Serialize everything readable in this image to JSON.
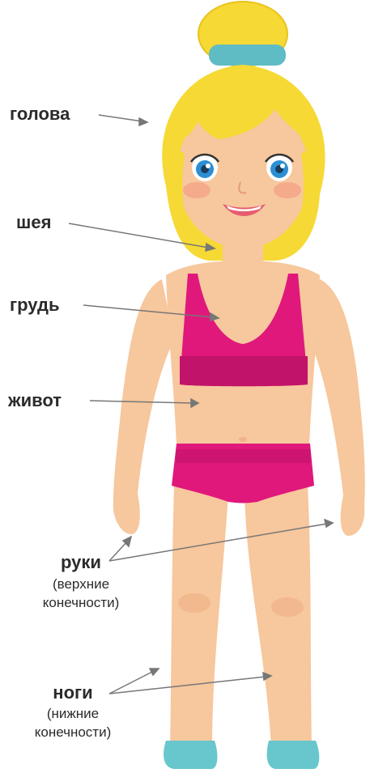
{
  "labels": {
    "head": "голова",
    "neck": "шея",
    "chest": "грудь",
    "belly": "живот",
    "arms": {
      "title": "руки",
      "subtitle_line1": "(верхние",
      "subtitle_line2": "конечности)"
    },
    "legs": {
      "title": "ноги",
      "subtitle_line1": "(нижние",
      "subtitle_line2": "конечности)"
    }
  },
  "colors": {
    "skin": "#f7c79d",
    "skin_shadow": "#f0b287",
    "hair": "#f6d934",
    "hair_shadow": "#e9c21e",
    "hair_band": "#5fbcc4",
    "swimsuit": "#e0187c",
    "swimsuit_dark": "#b8125f",
    "shoes": "#67c7cc",
    "eyes": "#2d8fd3",
    "arrow": "#777777",
    "text": "#2b2b2b"
  }
}
